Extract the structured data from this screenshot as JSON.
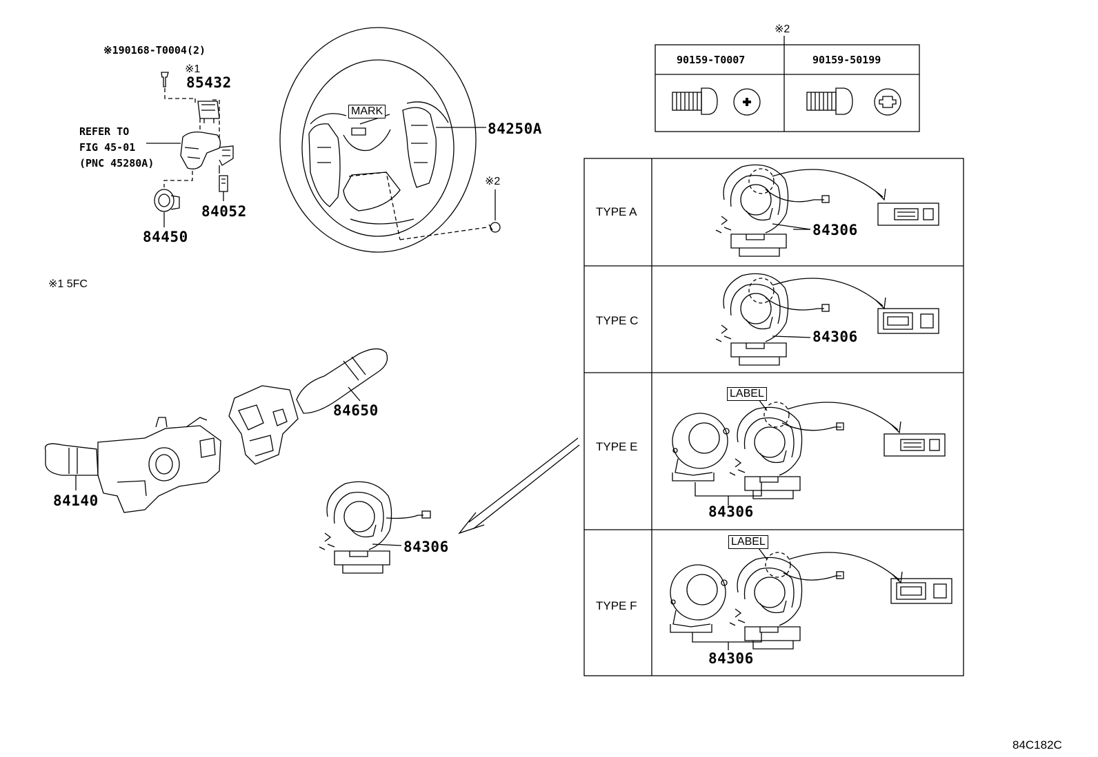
{
  "parts": {
    "p190168": "※190168-T0004(2)",
    "ref1_a": "※1",
    "p85432": "85432",
    "refer": "REFER TO\nFIG 45-01\n(PNC 45280A)",
    "p84052": "84052",
    "p84450": "84450",
    "note1": "※1  5FC",
    "mark": "MARK",
    "p84250A": "84250A",
    "ref2_small": "※2",
    "p84650": "84650",
    "p84140": "84140",
    "p84306_main": "84306"
  },
  "screw_table": {
    "ref": "※2",
    "col1": "90159-T0007",
    "col2": "90159-50199"
  },
  "types": [
    {
      "name": "TYPE A",
      "part": "84306"
    },
    {
      "name": "TYPE C",
      "part": "84306"
    },
    {
      "name": "TYPE E",
      "part": "84306",
      "label": "LABEL"
    },
    {
      "name": "TYPE F",
      "part": "84306",
      "label": "LABEL"
    }
  ],
  "figure_code": "84C182C"
}
